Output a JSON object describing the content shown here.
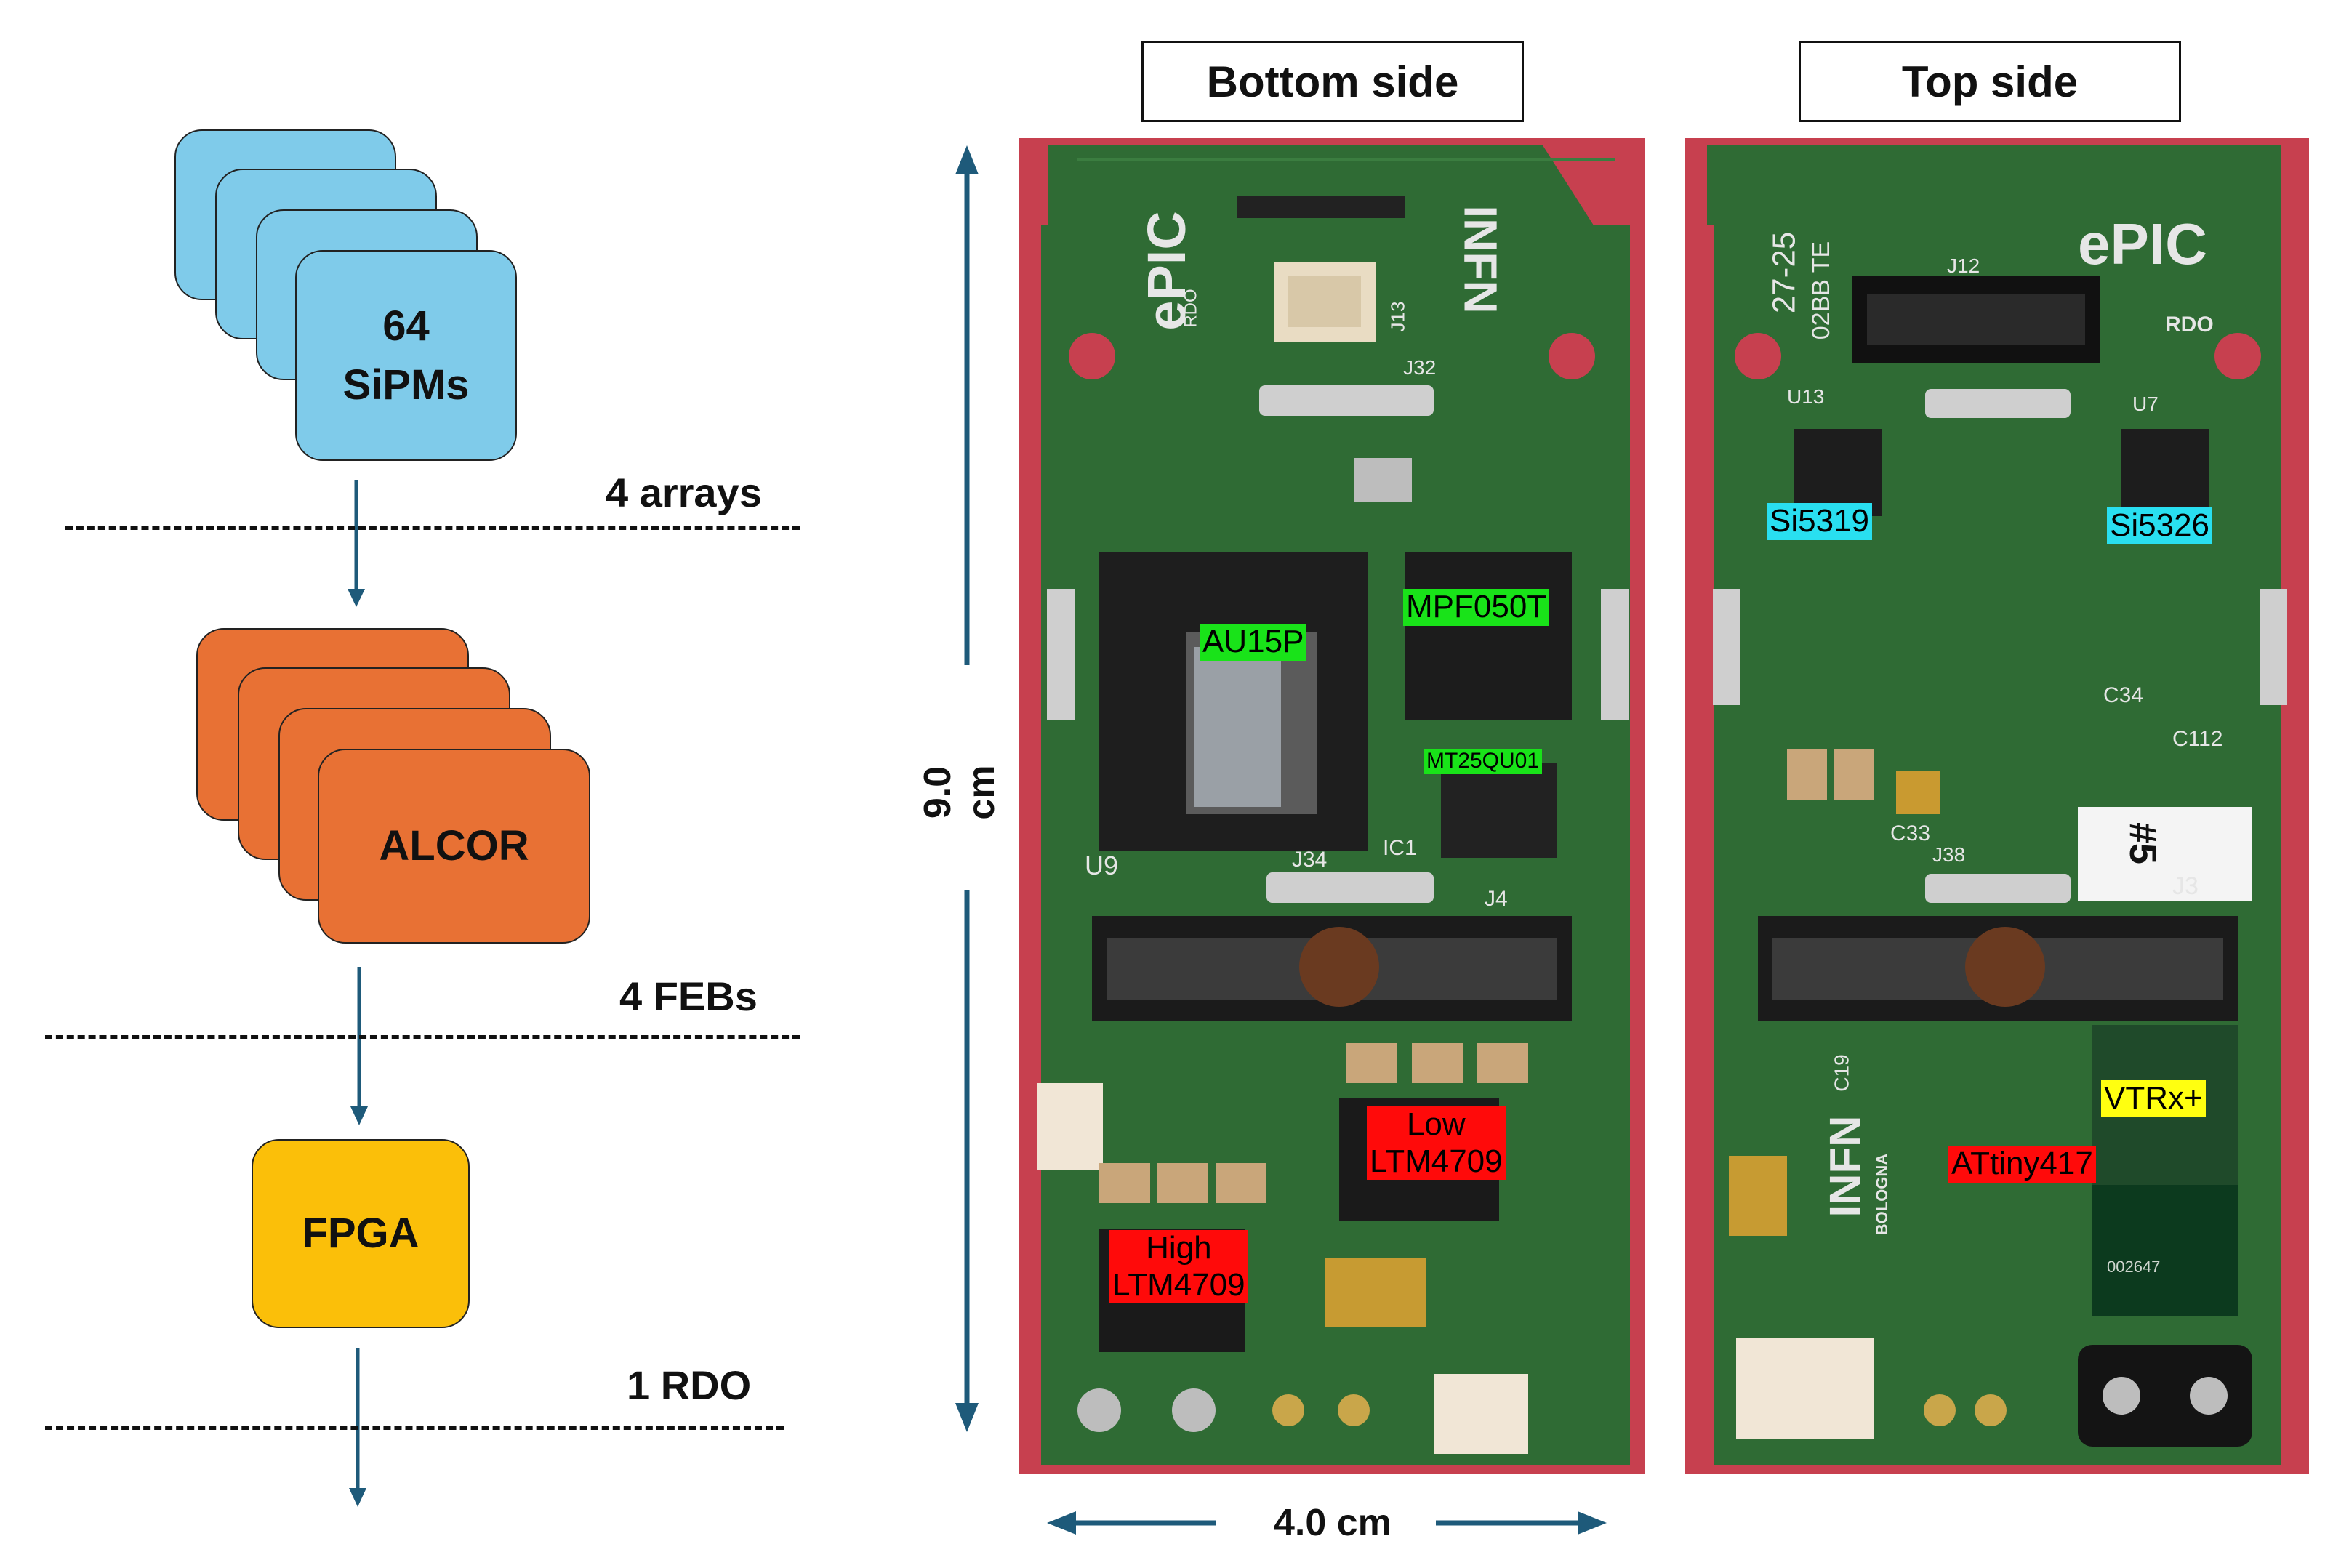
{
  "left_diagram": {
    "sipm_label_line1": "64",
    "sipm_label_line2": "SiPMs",
    "arrays_label": "4 arrays",
    "alcor_label": "ALCOR",
    "febs_label": "4 FEBs",
    "fpga_label": "FPGA",
    "rdo_label": "1 RDO"
  },
  "photos": {
    "bottom_title": "Bottom side",
    "top_side_title": "Top side",
    "height_dim": "9.0 cm",
    "width_dim": "4.0 cm"
  },
  "bottom_labels": {
    "au15p": "AU15P",
    "mpf050t": "MPF050T",
    "mt25qu01": "MT25QU01",
    "low_line1": "Low",
    "low_line2": "LTM4709",
    "high_line1": "High",
    "high_line2": "LTM4709"
  },
  "top_labels": {
    "si5319": "Si5319",
    "si5326": "Si5326",
    "vtrx": "VTRx+",
    "attiny": "ATtiny417"
  },
  "board_silk": {
    "epic": "ePIC",
    "infn": "INFN",
    "rdo": "RDO",
    "bologna": "BOLOGNA",
    "u9": "U9",
    "ic1": "IC1",
    "j34": "J34",
    "j4": "J4",
    "j32": "J32",
    "j13": "J13",
    "j12": "J12",
    "u13": "U13",
    "u7": "U7",
    "j38": "J38",
    "j3": "J3",
    "c33": "C33",
    "c34": "C34",
    "c112": "C112",
    "c19": "C19",
    "serial": "27-25",
    "sticker": "#5",
    "code": "002647",
    "rev": "02BB TE"
  },
  "colors": {
    "sipm": "#7fcbea",
    "alcor": "#e87134",
    "fpga": "#fbbf09",
    "arrow": "#1e5a7a",
    "pcb": "#2f6b34",
    "background_red": "#c7404f"
  }
}
